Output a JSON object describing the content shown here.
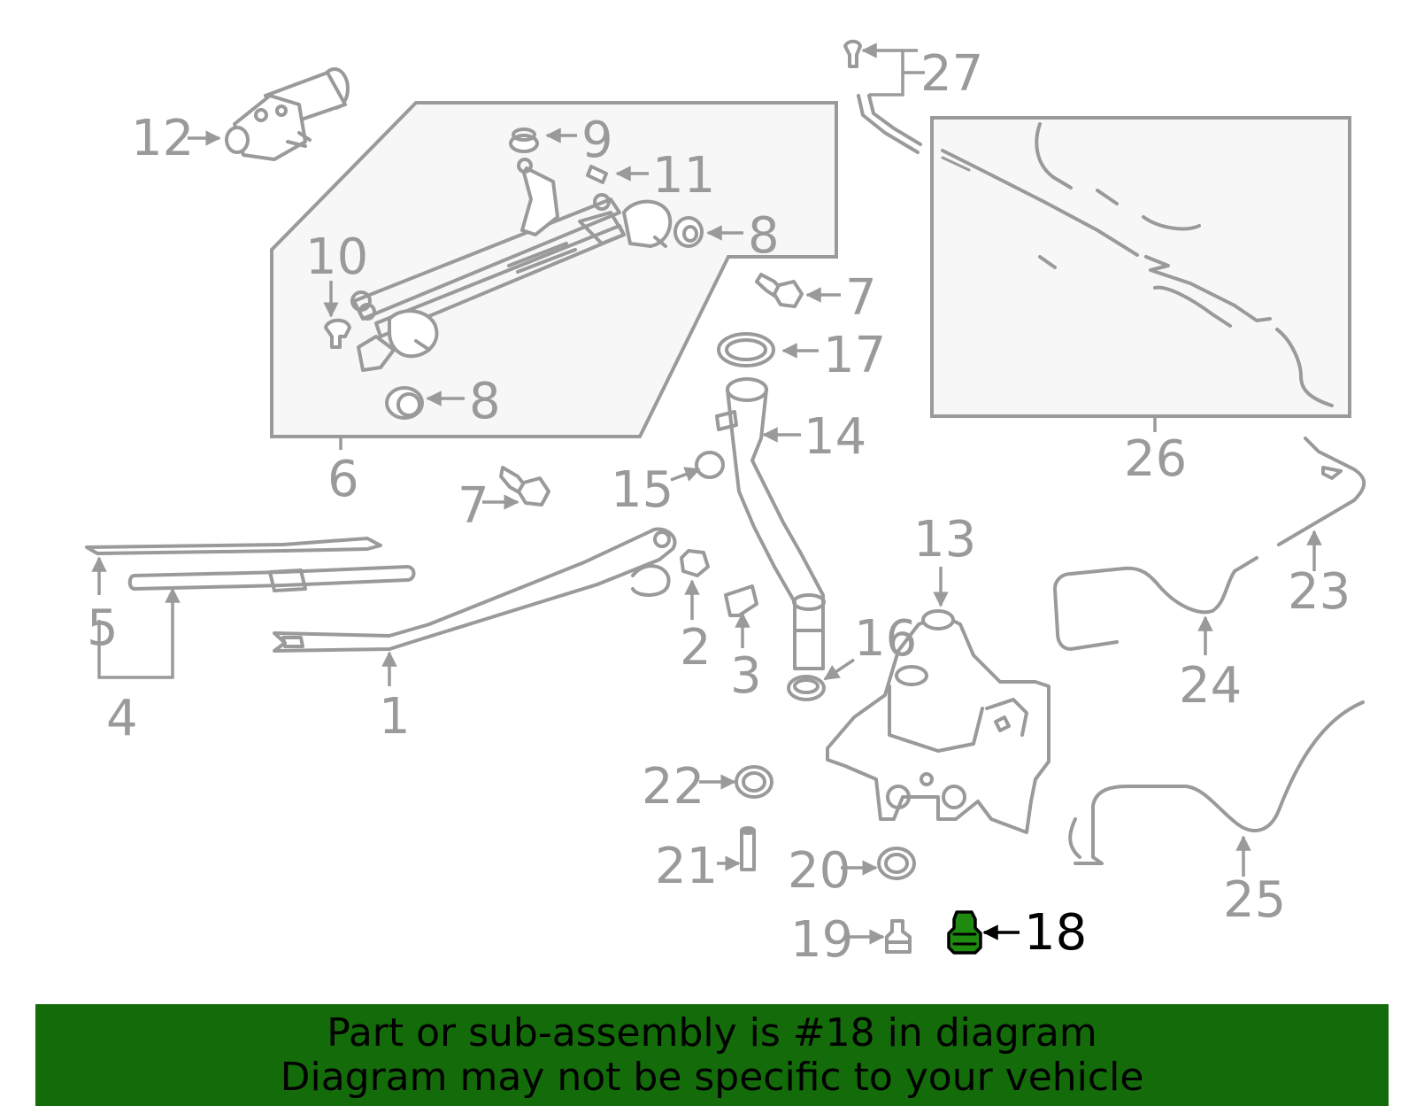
{
  "labels": {
    "p1": "1",
    "p2": "2",
    "p3": "3",
    "p4": "4",
    "p5": "5",
    "p6": "6",
    "p7a": "7",
    "p7b": "7",
    "p8a": "8",
    "p8b": "8",
    "p9": "9",
    "p10": "10",
    "p11": "11",
    "p12": "12",
    "p13": "13",
    "p14": "14",
    "p15": "15",
    "p16": "16",
    "p17": "17",
    "p18": "18",
    "p19": "19",
    "p20": "20",
    "p21": "21",
    "p22": "22",
    "p23": "23",
    "p24": "24",
    "p25": "25",
    "p26": "26",
    "p27": "27"
  },
  "highlighted_part": "18",
  "banner": {
    "line1": "Part or sub-assembly is #18 in diagram",
    "line2": "Diagram may not be specific to your vehicle"
  },
  "colors": {
    "line_art": "#9a9a9a",
    "highlight": "#1f8a10",
    "banner_bg": "#146b0a",
    "banner_text": "#000000"
  }
}
